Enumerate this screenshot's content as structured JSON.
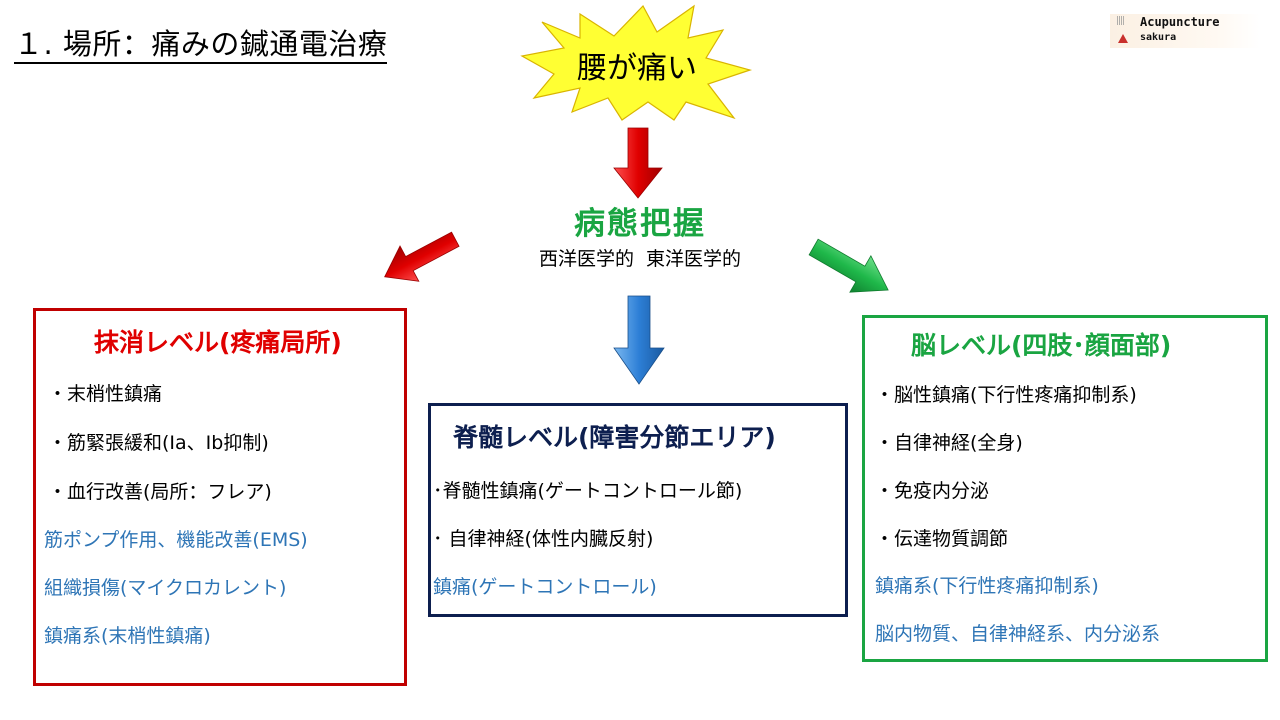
{
  "page_title": "１. 場所：痛みの鍼通電治療",
  "logo": {
    "line1": "Acupuncture",
    "line2": "sakura"
  },
  "burst_label": "腰が痛い",
  "center": {
    "title": "病態把握",
    "subtitle": "西洋医学的  東洋医学的"
  },
  "colors": {
    "red": "#c00000",
    "navy": "#0d1f4f",
    "green": "#1aa542",
    "blue_text": "#2e75b6",
    "burst_fill": "#ffff33"
  },
  "left_box": {
    "title": "抹消レベル(疼痛局所)",
    "items": [
      "・末梢性鎮痛",
      "・筋緊張緩和(Ⅰa、Ⅰb抑制)",
      "・血行改善(局所：フレア)",
      "筋ポンプ作用、機能改善(EMS)",
      "組織損傷(マイクロカレント)",
      "鎮痛系(末梢性鎮痛)"
    ]
  },
  "mid_box": {
    "title": "脊髄レベル(障害分節エリア)",
    "items": [
      "･脊髄性鎮痛(ゲートコントロール節)",
      "･ 自律神経(体性内臓反射)",
      "鎮痛(ゲートコントロール)"
    ]
  },
  "right_box": {
    "title": "脳レベル(四肢･顔面部)",
    "items": [
      "・脳性鎮痛(下行性疼痛抑制系)",
      "・自律神経(全身)",
      "・免疫内分泌",
      "・伝達物質調節",
      "鎮痛系(下行性疼痛抑制系)",
      "脳内物質、自律神経系、内分泌系"
    ]
  }
}
